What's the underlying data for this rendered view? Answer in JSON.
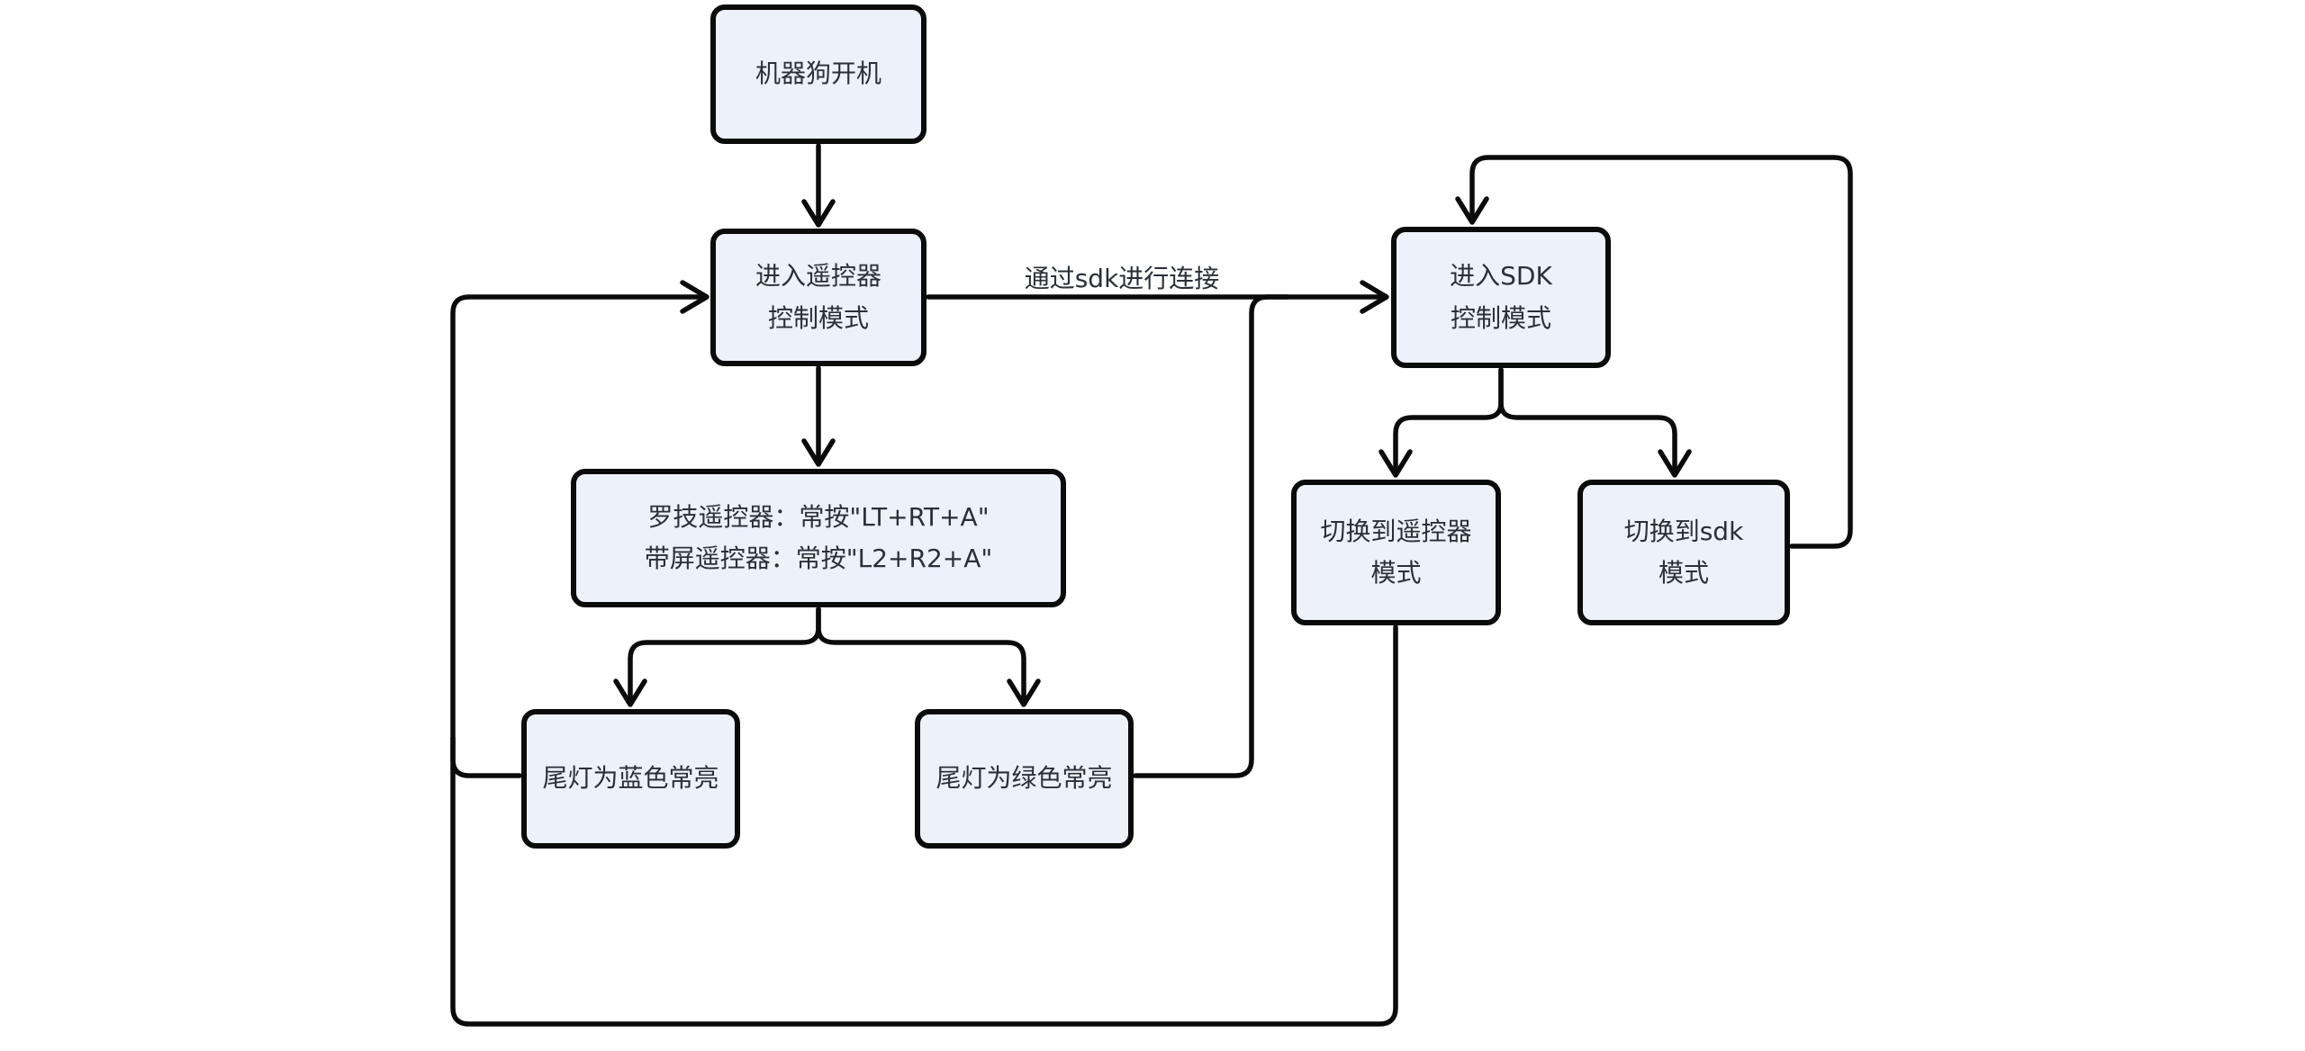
{
  "diagram": {
    "type": "flowchart",
    "background_color": "#ffffff",
    "node_fill_color": "#edf1fa",
    "node_border_color": "#0b0b0b",
    "edge_color": "#0b0b0b",
    "text_color": "#2b2f36",
    "nodes": [
      {
        "id": "power-on",
        "label": "机器狗开机"
      },
      {
        "id": "remote-mode",
        "label": "进入遥控器\n控制模式"
      },
      {
        "id": "sdk-mode",
        "label": "进入SDK\n控制模式"
      },
      {
        "id": "button-combo",
        "label": "罗技遥控器：常按\"LT+RT+A\"\n带屏遥控器：常按\"L2+R2+A\""
      },
      {
        "id": "tail-blue",
        "label": "尾灯为蓝色常亮"
      },
      {
        "id": "tail-green",
        "label": "尾灯为绿色常亮"
      },
      {
        "id": "switch-remote",
        "label": "切换到遥控器\n模式"
      },
      {
        "id": "switch-sdk",
        "label": "切换到sdk\n模式"
      }
    ],
    "edges": [
      {
        "from": "power-on",
        "to": "remote-mode",
        "label": ""
      },
      {
        "from": "remote-mode",
        "to": "sdk-mode",
        "label": "通过sdk进行连接"
      },
      {
        "from": "remote-mode",
        "to": "button-combo",
        "label": ""
      },
      {
        "from": "button-combo",
        "to": "tail-blue",
        "label": ""
      },
      {
        "from": "button-combo",
        "to": "tail-green",
        "label": ""
      },
      {
        "from": "tail-green",
        "to": "sdk-mode",
        "label": ""
      },
      {
        "from": "sdk-mode",
        "to": "switch-remote",
        "label": ""
      },
      {
        "from": "sdk-mode",
        "to": "switch-sdk",
        "label": ""
      },
      {
        "from": "switch-sdk",
        "to": "sdk-mode",
        "label": ""
      },
      {
        "from": "switch-remote",
        "to": "remote-mode",
        "label": ""
      },
      {
        "from": "tail-blue",
        "to": "remote-mode",
        "label": ""
      }
    ]
  }
}
